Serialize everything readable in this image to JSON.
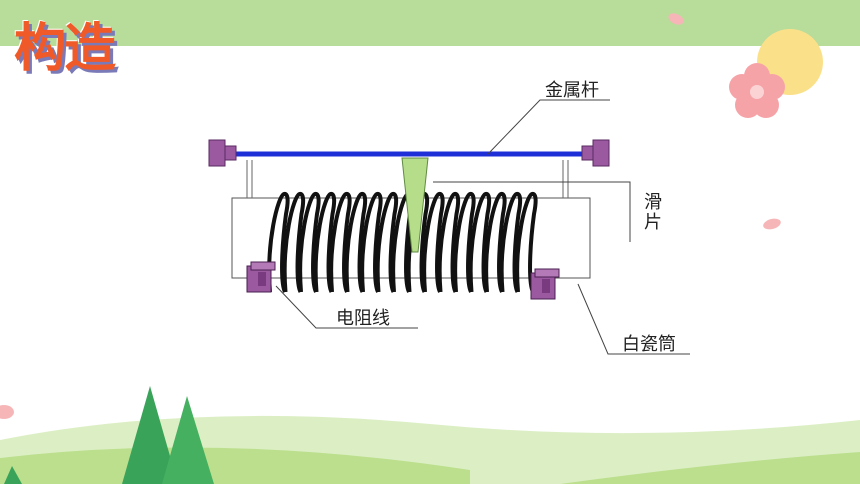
{
  "slide": {
    "title": "构造"
  },
  "diagram": {
    "labels": {
      "rod": "金属杆",
      "slider": "滑片",
      "wire": "电阻线",
      "tube": "白瓷筒"
    }
  },
  "colors": {
    "top_band": "#b8dc9a",
    "hill_light": "#dcefc4",
    "hill_mid": "#bcdf8e",
    "tree": "#3aa35a",
    "title": "#f05a28",
    "title_shadow": "#7a7ab8",
    "rod": "#1f2fd8",
    "terminal": "#9b5aa0",
    "slider": "#b6de8a",
    "coil": "#111111"
  }
}
